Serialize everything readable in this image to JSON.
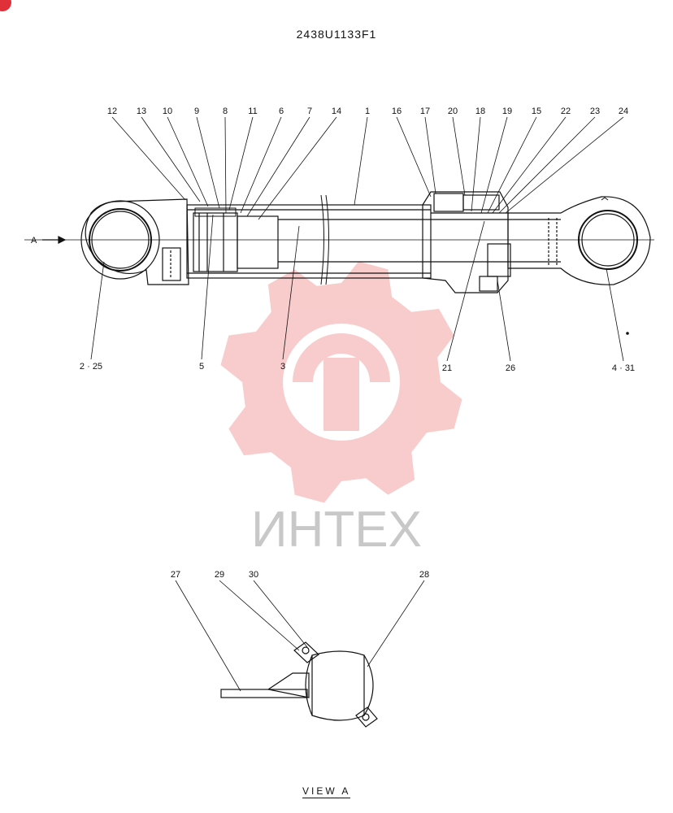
{
  "drawing_number": "2438U1133F1",
  "view_label": "VIEW  A",
  "arrow_label": "A",
  "watermark": "ИНТЕХ",
  "colors": {
    "corner_badge": "#e0303a",
    "watermark": "#f4a3a3",
    "line": "#111111"
  },
  "top_labels": [
    "12",
    "13",
    "10",
    "9",
    "8",
    "11",
    "6",
    "7",
    "14",
    "1",
    "16",
    "17",
    "20",
    "18",
    "19",
    "15",
    "22",
    "23",
    "24"
  ],
  "bottom_labels": [
    "2 · 25",
    "5",
    "3",
    "21",
    "26",
    "4 · 31"
  ],
  "view_labels": [
    "27",
    "29",
    "30",
    "28"
  ]
}
